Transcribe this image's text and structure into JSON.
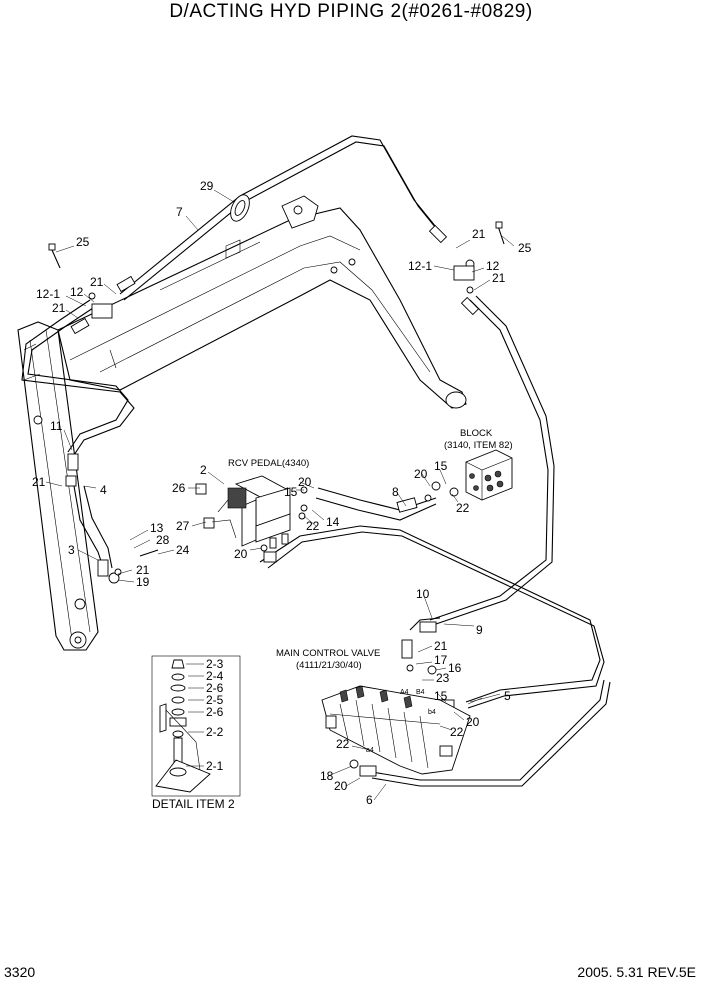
{
  "title": "D/ACTING HYD PIPING 2(#0261-#0829)",
  "footer": {
    "page": "3320",
    "revision": "2005. 5.31  REV.5E"
  },
  "notes": {
    "rcv_pedal": "RCV PEDAL(4340)",
    "block_line1": "BLOCK",
    "block_line2": "(3140, ITEM 82)",
    "mcv_line1": "MAIN CONTROL VALVE",
    "mcv_line2": "(4111/21/30/40)",
    "detail_caption": "DETAIL ITEM 2",
    "port_a4": "A4",
    "port_b4": "B4",
    "port_a4_small": "a4",
    "port_b4_small": "b4"
  },
  "callouts": {
    "n29": "29",
    "n7": "7",
    "n25_left": "25",
    "n21_a": "21",
    "n12_1_left": "12-1",
    "n12_left": "12",
    "n21_b": "21",
    "n21_right_top": "21",
    "n25_right": "25",
    "n12_1_right": "12-1",
    "n12_right": "12",
    "n21_right_mid": "21",
    "n11": "11",
    "n21_c": "21",
    "n4": "4",
    "n3": "3",
    "n13": "13",
    "n28": "28",
    "n24": "24",
    "n21_d": "21",
    "n19": "19",
    "n2": "2",
    "n26": "26",
    "n27": "27",
    "n20_a": "20",
    "n15_a": "15",
    "n20_b": "20",
    "n22_a": "22",
    "n14": "14",
    "n8": "8",
    "n20_c": "20",
    "n15_b": "15",
    "n22_b": "22",
    "n10": "10",
    "n9": "9",
    "n21_e": "21",
    "n17": "17",
    "n16": "16",
    "n23": "23",
    "n15_c": "15",
    "n5": "5",
    "n20_d": "20",
    "n22_c": "22",
    "n22_d": "22",
    "n18": "18",
    "n20_e": "20",
    "n6": "6"
  },
  "detail_items": {
    "d2_3": "2-3",
    "d2_4": "2-4",
    "d2_6a": "2-6",
    "d2_5": "2-5",
    "d2_6b": "2-6",
    "d2_2": "2-2",
    "d2_1": "2-1"
  }
}
